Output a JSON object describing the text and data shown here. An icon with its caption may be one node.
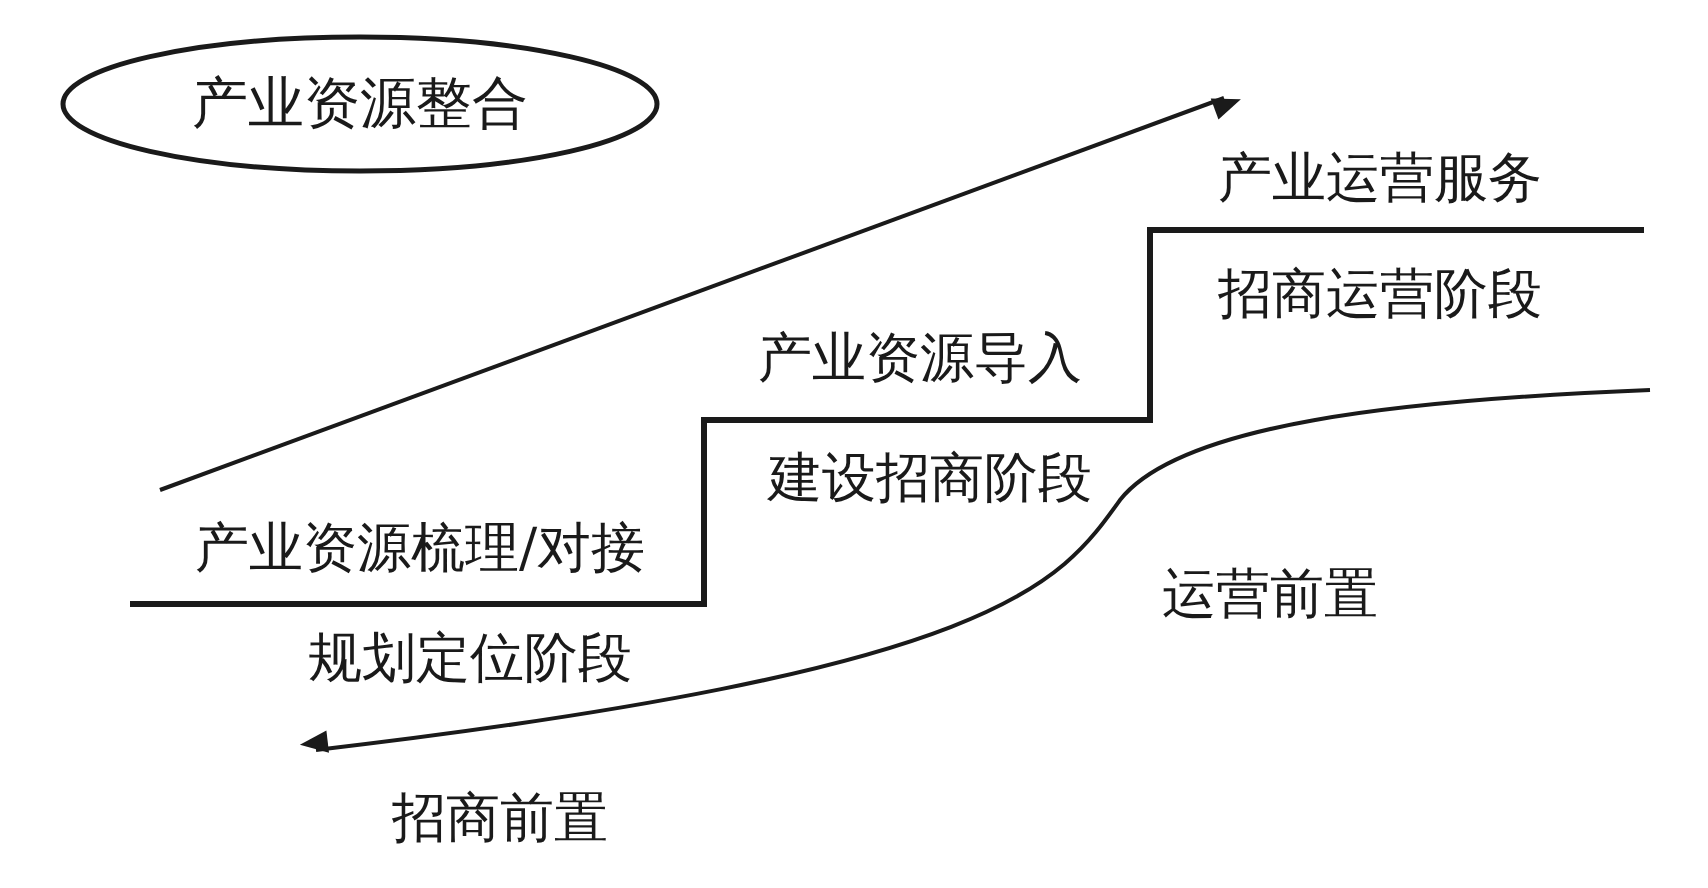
{
  "diagram": {
    "nodes": [
      {
        "text": [
          "产业资源整合"
        ]
      }
    ],
    "labels": [
      "产业运营服务",
      "招商运营阶段",
      "产业资源导入",
      "建设招商阶段",
      "产业资源梳理/对接",
      "运营前置",
      "规划定位阶段",
      "招商前置"
    ]
  }
}
